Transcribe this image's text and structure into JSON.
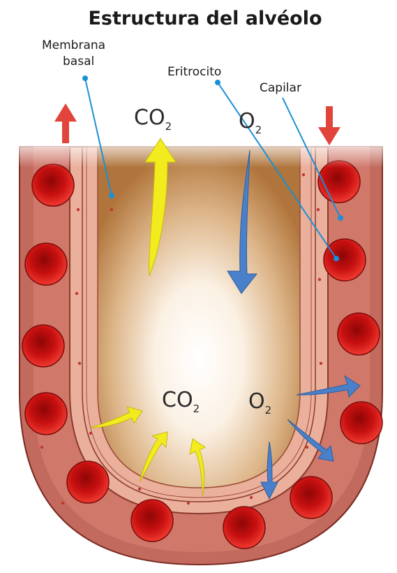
{
  "title": "Estructura del alvéolo",
  "labels": {
    "membrana_line1": "Membrana",
    "membrana_line2": "basal",
    "eritrocito": "Eritrocito",
    "capilar": "Capilar"
  },
  "gases": {
    "co2_top": {
      "base": "CO",
      "sub": "2"
    },
    "o2_top": {
      "base": "O",
      "sub": "2"
    },
    "co2_bottom": {
      "base": "CO",
      "sub": "2"
    },
    "o2_bottom": {
      "base": "O",
      "sub": "2"
    }
  },
  "colors": {
    "co2_arrow": "#f2ec1e",
    "o2_arrow": "#4a7fc9",
    "flow_arrow": "#e0443a",
    "capillary": "#c9675c",
    "membrane": "#e8a896",
    "erythrocyte": "#d01818",
    "leader_line": "#1a8fd6"
  }
}
